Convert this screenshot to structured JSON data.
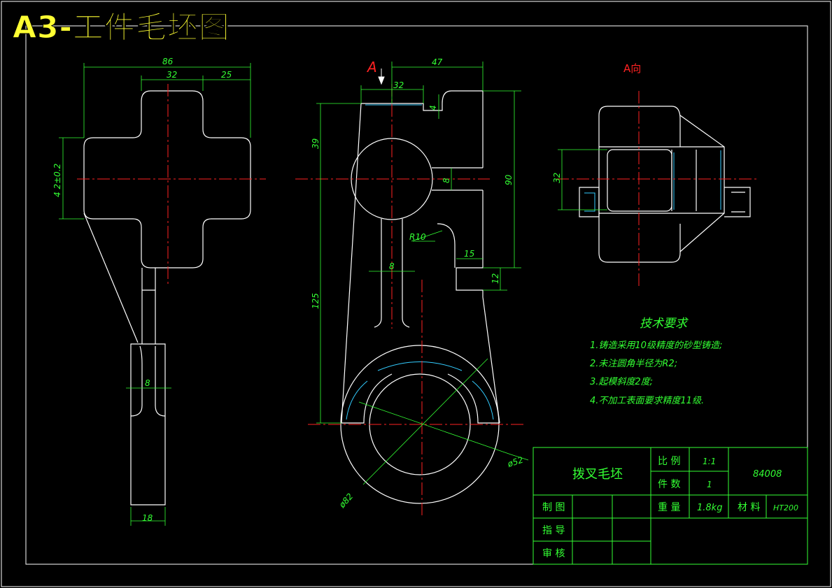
{
  "title": "A3-工件毛坯图",
  "colors": {
    "background": "#000000",
    "outline": "#ffffff",
    "dimension": "#33ff33",
    "centerline": "#ff2222",
    "title": "#ffff33",
    "hidden": "#33ccff"
  },
  "views": {
    "side_view": {
      "dims": {
        "total_width": "86",
        "hub_width": "32",
        "boss_width": "25",
        "hub_height": "4 2±0.2",
        "rib": "8",
        "foot": "18"
      }
    },
    "front_view": {
      "label": "A",
      "dims": {
        "top_width": "47",
        "slot_width": "32",
        "slot_depth": "4",
        "upper_height": "39",
        "hole_dia": "8",
        "total_height": "90",
        "fillet": "R10",
        "step_width": "15",
        "step_height": "12",
        "rib": "8",
        "lower_height": "125",
        "inner_dia": "ø52",
        "outer_dia": "ø82"
      }
    },
    "a_view": {
      "label": "A向",
      "dims": {
        "height": "32"
      }
    }
  },
  "tech_requirements": {
    "heading": "技术要求",
    "items": [
      "1.铸造采用10级精度的砂型铸造;",
      "2.未注圆角半径为R2;",
      "3.起模斜度2度;",
      "4.不加工表面要求精度11级."
    ]
  },
  "title_block": {
    "part_name": "拨叉毛坯",
    "scale_label": "比 例",
    "scale_value": "1:1",
    "qty_label": "件 数",
    "qty_value": "1",
    "drawing_no": "84008",
    "drawn_label": "制 图",
    "weight_label": "重 量",
    "weight_value": "1.8kg",
    "material_label": "材 料",
    "material_value": "HT200",
    "guide_label": "指 导",
    "review_label": "审 核"
  }
}
